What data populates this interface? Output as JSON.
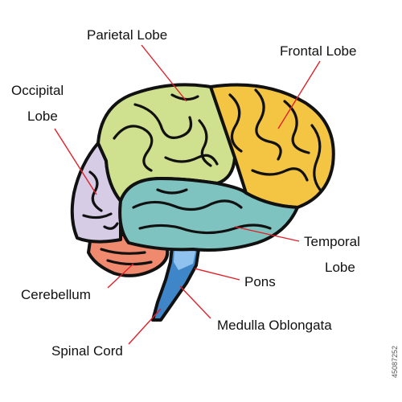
{
  "labels": {
    "parietal": "Parietal Lobe",
    "frontal": "Frontal Lobe",
    "occipital_line1": "Occipital",
    "occipital_line2": "Lobe",
    "temporal_line1": "Temporal",
    "temporal_line2": "Lobe",
    "pons": "Pons",
    "cerebellum": "Cerebellum",
    "medulla": "Medulla Oblongata",
    "spinal": "Spinal Cord"
  },
  "stock_id": "45087252",
  "colors": {
    "parietal": "#cfe08e",
    "frontal": "#f4c542",
    "occipital": "#d6cce6",
    "temporal": "#7fc3c0",
    "cerebellum": "#f08a6e",
    "brainstem": "#3f86c8",
    "outline": "#111111",
    "leader": "#e0202a"
  },
  "icons": {
    "brain": "brain-diagram-icon"
  }
}
